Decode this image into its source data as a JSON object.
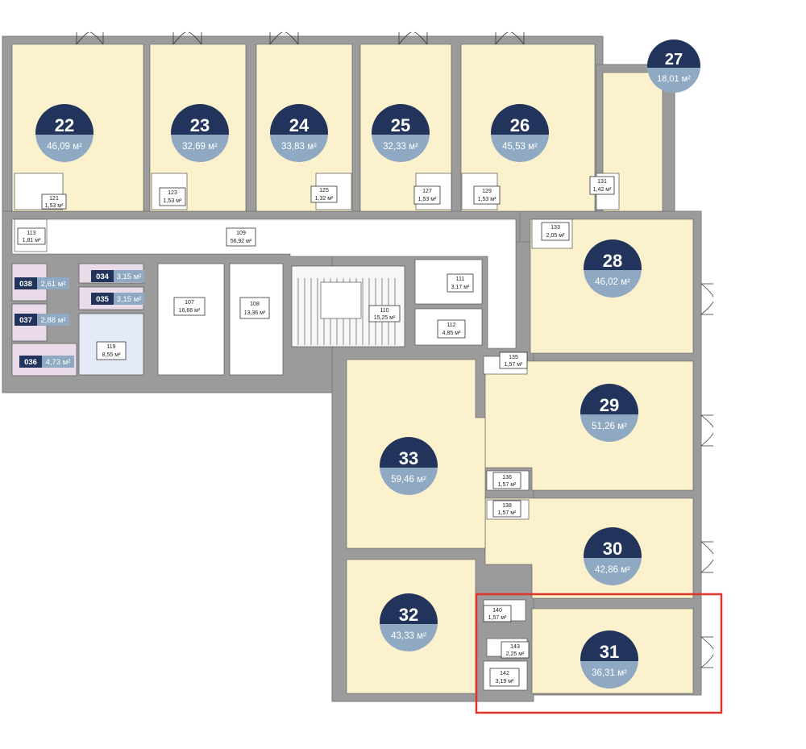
{
  "colors": {
    "wall": "#9b9b9b",
    "wall_stroke": "#7d7d7d",
    "room_fill": "#fbf1cc",
    "badge_top": "#23345c",
    "badge_bottom": "#8fa9c3",
    "storage_fill": "#e9dbe9",
    "storage_tag": "#23345c",
    "storage_tag_area": "#8fa9c3",
    "blue_room": "#e3e9f6",
    "highlight": "#e0342b"
  },
  "units": [
    {
      "number": "22",
      "area": "46,09 м²"
    },
    {
      "number": "23",
      "area": "32,69 м²"
    },
    {
      "number": "24",
      "area": "33,83 м²"
    },
    {
      "number": "25",
      "area": "32,33 м²"
    },
    {
      "number": "26",
      "area": "45,53 м²"
    },
    {
      "number": "27",
      "area": "18,01 м²"
    },
    {
      "number": "28",
      "area": "46,02 м²"
    },
    {
      "number": "29",
      "area": "51,26 м²"
    },
    {
      "number": "30",
      "area": "42,86 м²"
    },
    {
      "number": "31",
      "area": "36,31 м²"
    },
    {
      "number": "32",
      "area": "43,33 м²"
    },
    {
      "number": "33",
      "area": "59,46 м²"
    }
  ],
  "storage": [
    {
      "number": "038",
      "area": "2,61 м²"
    },
    {
      "number": "037",
      "area": "2,88 м²"
    },
    {
      "number": "036",
      "area": "4,73 м²"
    },
    {
      "number": "034",
      "area": "3,15 м²"
    },
    {
      "number": "035",
      "area": "3,15 м²"
    }
  ],
  "rooms": [
    {
      "number": "121",
      "area": "1,53 м²"
    },
    {
      "number": "123",
      "area": "1,53 м²"
    },
    {
      "number": "125",
      "area": "1,32 м²"
    },
    {
      "number": "127",
      "area": "1,53 м²"
    },
    {
      "number": "129",
      "area": "1,53 м²"
    },
    {
      "number": "131",
      "area": "1,42 м²"
    },
    {
      "number": "113",
      "area": "1,81 м²"
    },
    {
      "number": "109",
      "area": "56,92 м²"
    },
    {
      "number": "133",
      "area": "2,05 м²"
    },
    {
      "number": "111",
      "area": "3,17 м²"
    },
    {
      "number": "112",
      "area": "4,85 м²"
    },
    {
      "number": "110",
      "area": "15,25 м²"
    },
    {
      "number": "107",
      "area": "16,66 м²"
    },
    {
      "number": "108",
      "area": "13,36 м²"
    },
    {
      "number": "119",
      "area": "8,55 м²"
    },
    {
      "number": "135",
      "area": "1,57 м²"
    },
    {
      "number": "136",
      "area": "1,57 м²"
    },
    {
      "number": "138",
      "area": "1,57 м²"
    },
    {
      "number": "140",
      "area": "1,57 м²"
    },
    {
      "number": "143",
      "area": "2,25 м²"
    },
    {
      "number": "142",
      "area": "3,19 м²"
    }
  ]
}
